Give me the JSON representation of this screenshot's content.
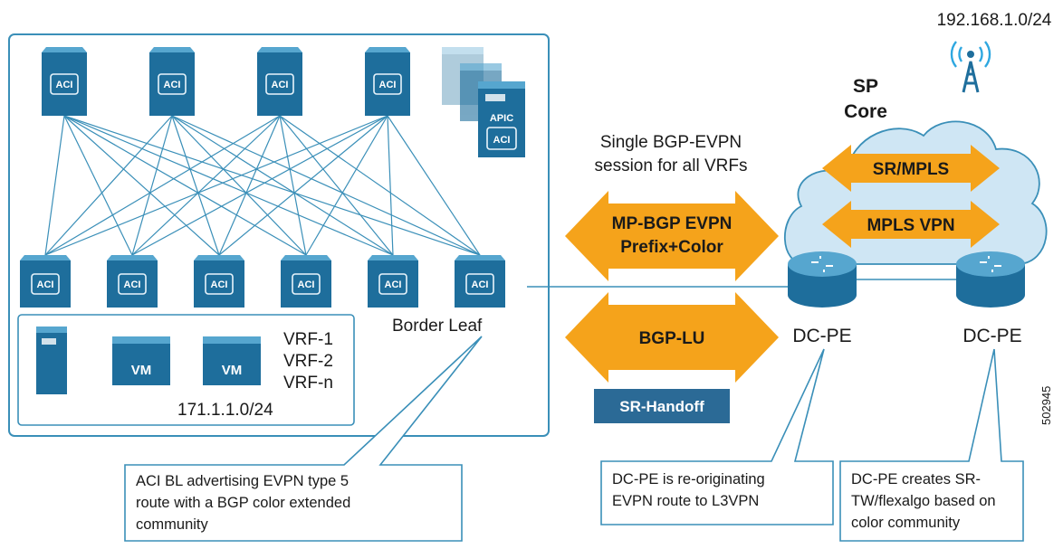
{
  "spine_switches": [
    {
      "label": "ACI"
    },
    {
      "label": "ACI"
    },
    {
      "label": "ACI"
    },
    {
      "label": "ACI"
    }
  ],
  "leaf_switches": [
    {
      "label": "ACI"
    },
    {
      "label": "ACI"
    },
    {
      "label": "ACI"
    },
    {
      "label": "ACI"
    },
    {
      "label": "ACI"
    },
    {
      "label": "ACI"
    }
  ],
  "apic": {
    "label": "APIC",
    "inner_label": "ACI"
  },
  "host_group": {
    "vm_labels": [
      "VM",
      "VM"
    ],
    "vrfs": [
      "VRF-1",
      "VRF-2",
      "VRF-n"
    ],
    "subnet": "171.1.1.0/24"
  },
  "border_leaf_label": "Border Leaf",
  "session_note": [
    "Single BGP-EVPN",
    "session for all VRFs"
  ],
  "arrows": {
    "mp_bgp": [
      "MP-BGP EVPN",
      "Prefix+Color"
    ],
    "bgp_lu": "BGP-LU",
    "sr_mpls": "SR/MPLS",
    "mpls_vpn": "MPLS VPN"
  },
  "sr_handoff": "SR-Handoff",
  "sp_core": [
    "SP",
    "Core"
  ],
  "external_subnet": "192.168.1.0/24",
  "dc_pe": [
    "DC-PE",
    "DC-PE"
  ],
  "figure_id": "502945",
  "callouts": {
    "aci_bl": [
      "ACI BL advertising EVPN type 5",
      "route with a BGP color extended",
      "community"
    ],
    "re_originating": [
      "DC-PE is re-originating",
      "EVPN route to L3VPN"
    ],
    "sr_tw": [
      "DC-PE creates SR-",
      "TW/flexalgo based on",
      "color community"
    ]
  },
  "colors": {
    "switch_blue": "#1e6e9c",
    "arrow_orange": "#f5a31b",
    "fabric_line": "#3a8fb8",
    "handoff_box": "#2b6a96",
    "cloud": "#cfe6f4"
  }
}
